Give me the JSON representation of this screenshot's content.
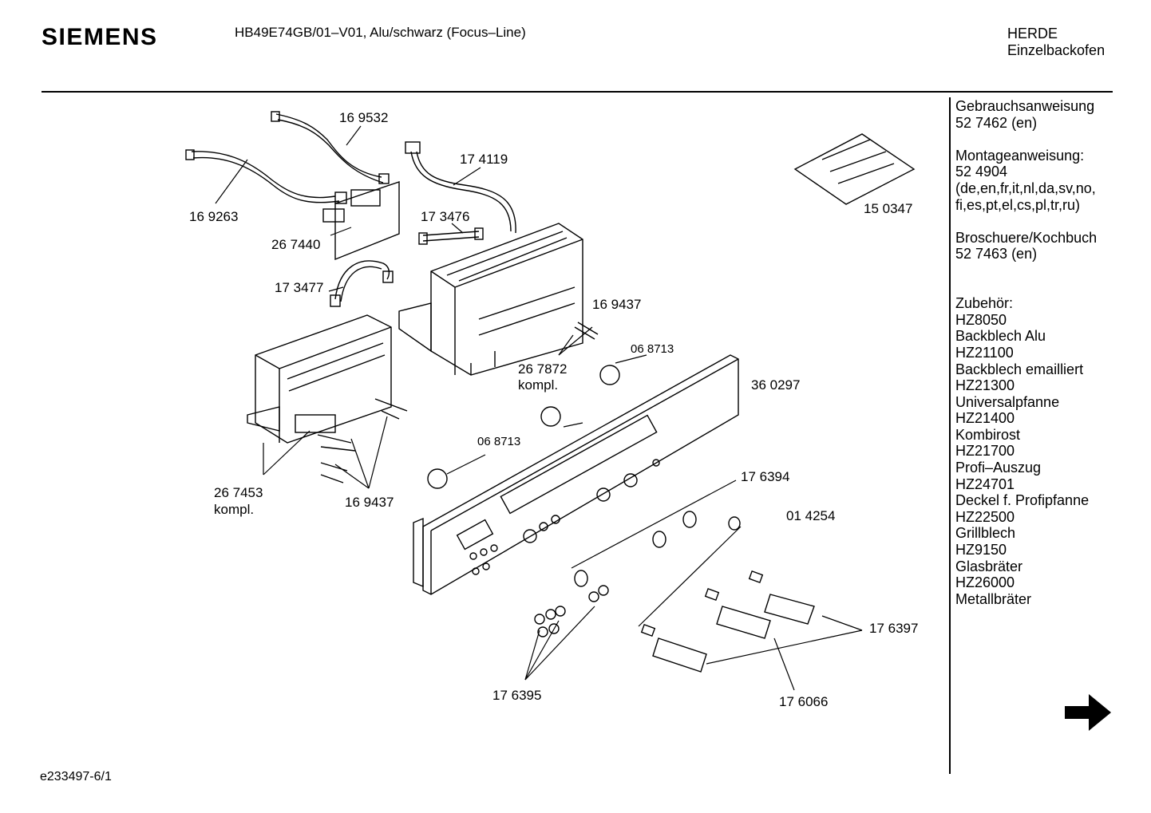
{
  "header": {
    "brand": "SIEMENS",
    "model": "HB49E74GB/01–V01, Alu/schwarz (Focus–Line)",
    "category": "HERDE",
    "subcategory": "Einzelbackofen"
  },
  "sidebar": {
    "groups": [
      {
        "lines": [
          "Gebrauchsanweisung",
          "52 7462 (en)"
        ]
      },
      {
        "lines": [
          "Montageanweisung:",
          "52 4904",
          "(de,en,fr,it,nl,da,sv,no,",
          "fi,es,pt,el,cs,pl,tr,ru)"
        ]
      },
      {
        "lines": [
          "Broschuere/Kochbuch",
          "52 7463 (en)"
        ]
      },
      {
        "lines": [
          "",
          "Zubehör:",
          "HZ8050",
          "Backblech Alu",
          "HZ21100",
          "Backblech emailliert",
          "HZ21300",
          "Universalpfanne",
          "HZ21400",
          "Kombirost",
          "HZ21700",
          "Profi–Auszug",
          "HZ24701",
          "Deckel f. Profipfanne",
          "HZ22500",
          "Grillblech",
          "HZ9150",
          "Glasbräter",
          "HZ26000",
          "Metallbräter"
        ]
      }
    ]
  },
  "parts": [
    {
      "id": "p169532",
      "label": "16 9532"
    },
    {
      "id": "p174119",
      "label": "17 4119"
    },
    {
      "id": "p169263",
      "label": "16 9263"
    },
    {
      "id": "p173476",
      "label": "17 3476"
    },
    {
      "id": "p267440",
      "label": "26 7440"
    },
    {
      "id": "p173477",
      "label": "17 3477"
    },
    {
      "id": "p150347",
      "label": "15 0347"
    },
    {
      "id": "p169437a",
      "label": "16 9437"
    },
    {
      "id": "p068713a",
      "label": "06 8713"
    },
    {
      "id": "p267872",
      "label": "26 7872"
    },
    {
      "id": "p267872k",
      "label": "kompl."
    },
    {
      "id": "p360297",
      "label": "36 0297"
    },
    {
      "id": "p068713b",
      "label": "06 8713"
    },
    {
      "id": "p267453",
      "label": "26 7453"
    },
    {
      "id": "p267453k",
      "label": "kompl."
    },
    {
      "id": "p169437b",
      "label": "16 9437"
    },
    {
      "id": "p176394",
      "label": "17 6394"
    },
    {
      "id": "p014254",
      "label": "01 4254"
    },
    {
      "id": "p176397",
      "label": "17 6397"
    },
    {
      "id": "p176395",
      "label": "17 6395"
    },
    {
      "id": "p176066",
      "label": "17 6066"
    }
  ],
  "footer": {
    "ref": "e233497-6/1"
  },
  "icons": {
    "next": "arrow-right-icon"
  }
}
